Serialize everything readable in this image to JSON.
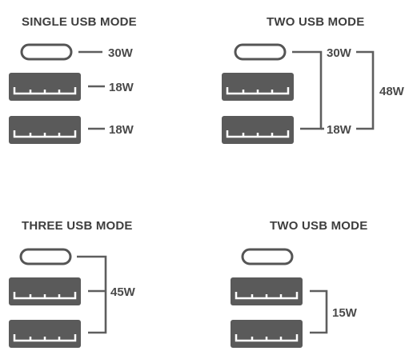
{
  "colors": {
    "text": "#3e3e3e",
    "port": "#5a5a5a",
    "line": "#5e5e5e",
    "background": "#ffffff"
  },
  "modes": [
    {
      "title": "SINGLE USB MODE",
      "ports": [
        {
          "type": "usb-c",
          "label": "30W"
        },
        {
          "type": "usb-a",
          "label": "18W"
        },
        {
          "type": "usb-a",
          "label": "18W"
        }
      ]
    },
    {
      "title": "TWO USB MODE",
      "ports": [
        {
          "type": "usb-c",
          "label": "30W"
        },
        {
          "type": "usb-a",
          "label": ""
        },
        {
          "type": "usb-a",
          "label": "18W"
        }
      ],
      "total": "48W"
    },
    {
      "title": "THREE USB MODE",
      "ports": [
        {
          "type": "usb-c"
        },
        {
          "type": "usb-a"
        },
        {
          "type": "usb-a"
        }
      ],
      "total": "45W"
    },
    {
      "title": "TWO USB MODE",
      "ports": [
        {
          "type": "usb-c"
        },
        {
          "type": "usb-a"
        },
        {
          "type": "usb-a"
        }
      ],
      "total": "15W"
    }
  ]
}
